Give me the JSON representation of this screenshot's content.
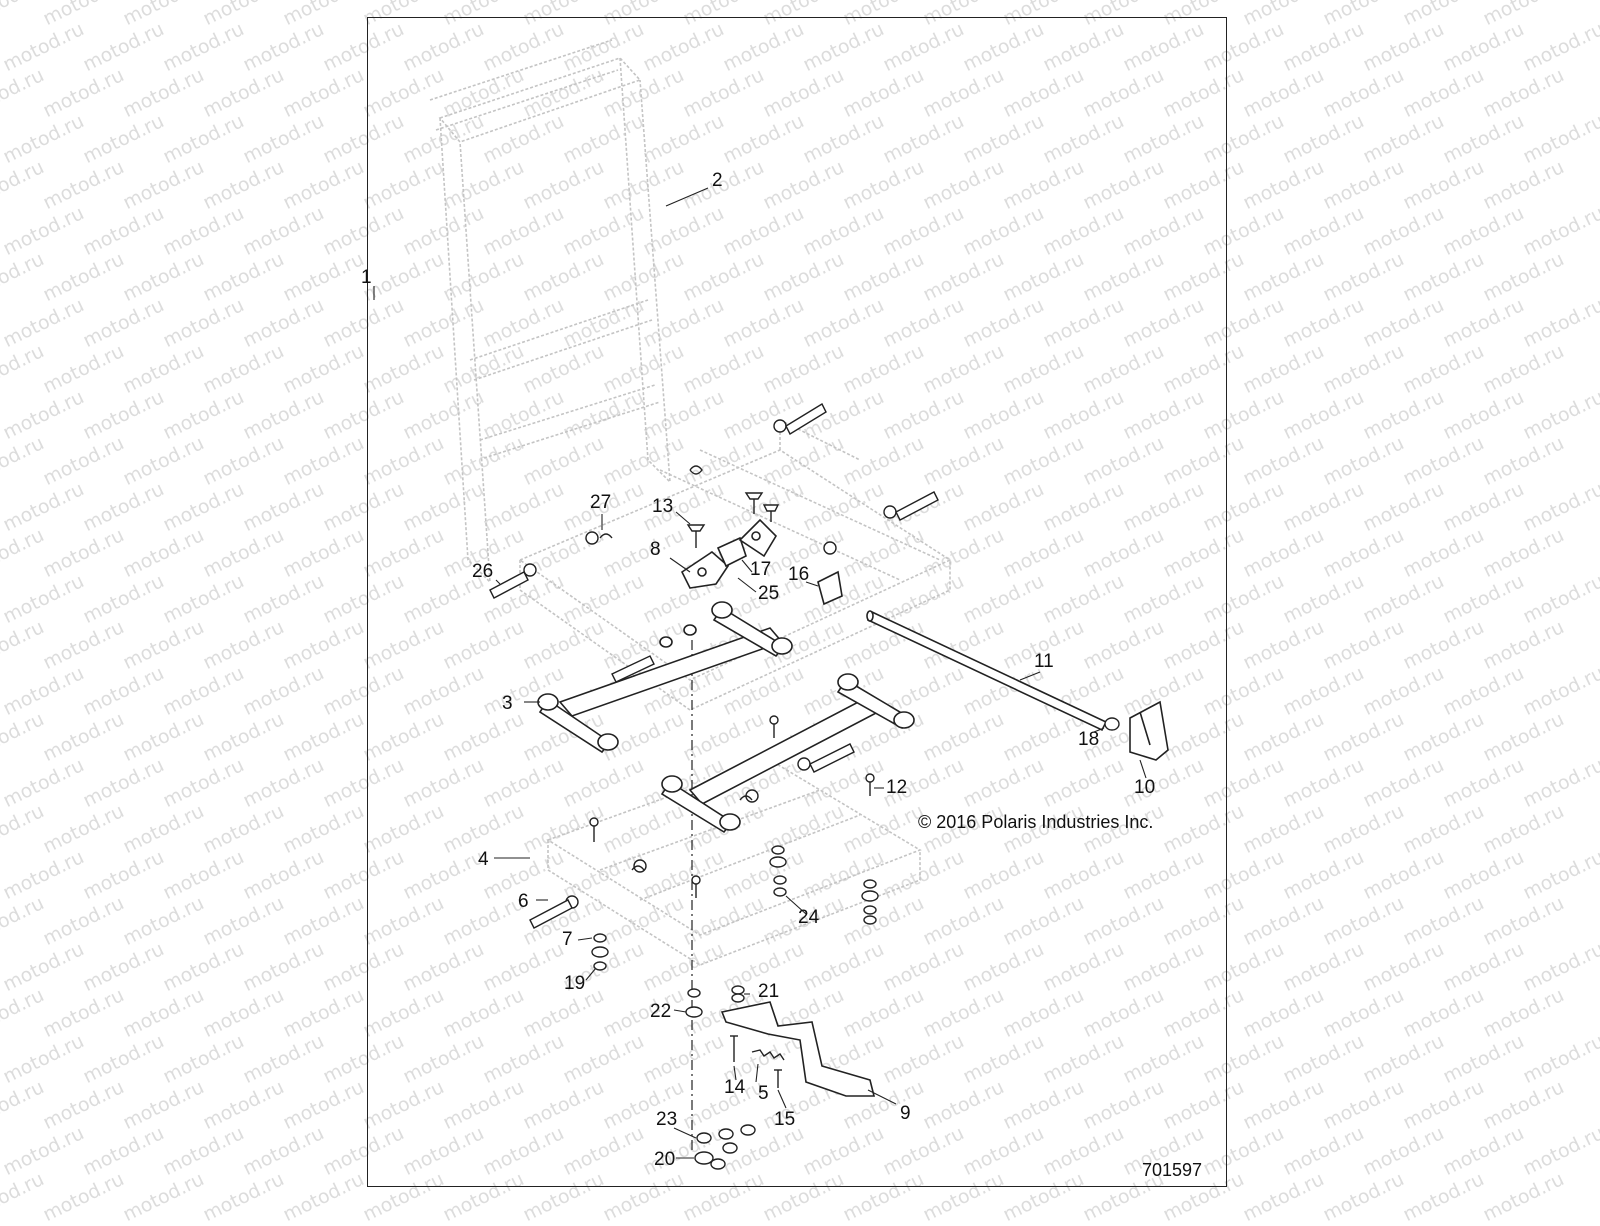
{
  "watermark": {
    "text": "motod.ru"
  },
  "diagram": {
    "copyright": "© 2016 Polaris Industries Inc.",
    "drawing_number": "701597",
    "callouts": [
      {
        "id": "c1",
        "label": "1"
      },
      {
        "id": "c2",
        "label": "2"
      },
      {
        "id": "c3",
        "label": "3"
      },
      {
        "id": "c4",
        "label": "4"
      },
      {
        "id": "c5",
        "label": "5"
      },
      {
        "id": "c6",
        "label": "6"
      },
      {
        "id": "c7",
        "label": "7"
      },
      {
        "id": "c8",
        "label": "8"
      },
      {
        "id": "c9",
        "label": "9"
      },
      {
        "id": "c10",
        "label": "10"
      },
      {
        "id": "c11",
        "label": "11"
      },
      {
        "id": "c12",
        "label": "12"
      },
      {
        "id": "c13",
        "label": "13"
      },
      {
        "id": "c14",
        "label": "14"
      },
      {
        "id": "c15",
        "label": "15"
      },
      {
        "id": "c16",
        "label": "16"
      },
      {
        "id": "c17",
        "label": "17"
      },
      {
        "id": "c18",
        "label": "18"
      },
      {
        "id": "c19",
        "label": "19"
      },
      {
        "id": "c20",
        "label": "20"
      },
      {
        "id": "c21",
        "label": "21"
      },
      {
        "id": "c22",
        "label": "22"
      },
      {
        "id": "c23",
        "label": "23"
      },
      {
        "id": "c24",
        "label": "24"
      },
      {
        "id": "c25",
        "label": "25"
      },
      {
        "id": "c26",
        "label": "26"
      },
      {
        "id": "c27",
        "label": "27"
      }
    ]
  },
  "colors": {
    "line": "#222222",
    "ghost_line": "#bfbfbf",
    "watermark": "#dcdcdc",
    "background": "#ffffff"
  }
}
